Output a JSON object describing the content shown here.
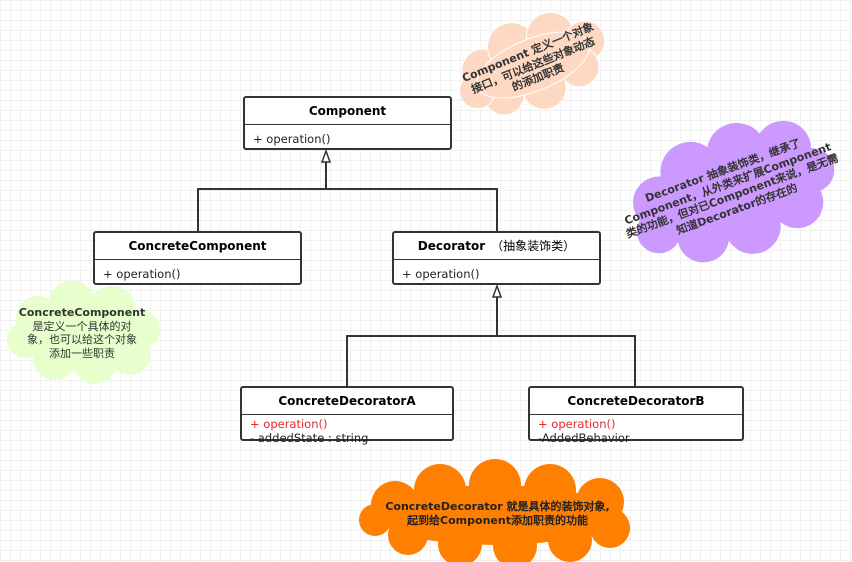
{
  "classes": {
    "component": {
      "name": "Component",
      "methods": [
        "+ operation()"
      ]
    },
    "concrete_component": {
      "name": "ConcreteComponent",
      "methods": [
        "+ operation()"
      ]
    },
    "decorator": {
      "name": "Decorator",
      "stereotype": "（抽象装饰类）",
      "methods": [
        "+ operation()"
      ]
    },
    "concrete_decorator_a": {
      "name": "ConcreteDecoratorA",
      "method": "+ operation()",
      "field": "- addedState : string"
    },
    "concrete_decorator_b": {
      "name": "ConcreteDecoratorB",
      "method": "+ operation()",
      "field": "-AddedBehavior"
    }
  },
  "notes": {
    "component": {
      "line1": "Component 定义一个对象",
      "line2": "接口，可以给这些对象动态",
      "line3": "的添加职责",
      "color": "#fdd9c3"
    },
    "decorator": {
      "line1": "Decorator 抽象装饰类，继承了",
      "line2": "Component，从外类来扩展Component",
      "line3": "类的功能，但对已Component来说，是无需",
      "line4": "知道Decorator的存在的",
      "color": "#cc99ff"
    },
    "concrete_component": {
      "line1": "ConcreteComponent",
      "line2": "是定义一个具体的对",
      "line3": "象，也可以给这个对象",
      "line4": "添加一些职责",
      "color": "#e6ffcc"
    },
    "concrete_decorator": {
      "line1": "ConcreteDecorator 就是具体的装饰对象,",
      "line2": "起到给Component添加职责的功能",
      "color": "#ff8000"
    }
  },
  "colors": {
    "method_red": "#e52a2a",
    "line": "#333333"
  }
}
